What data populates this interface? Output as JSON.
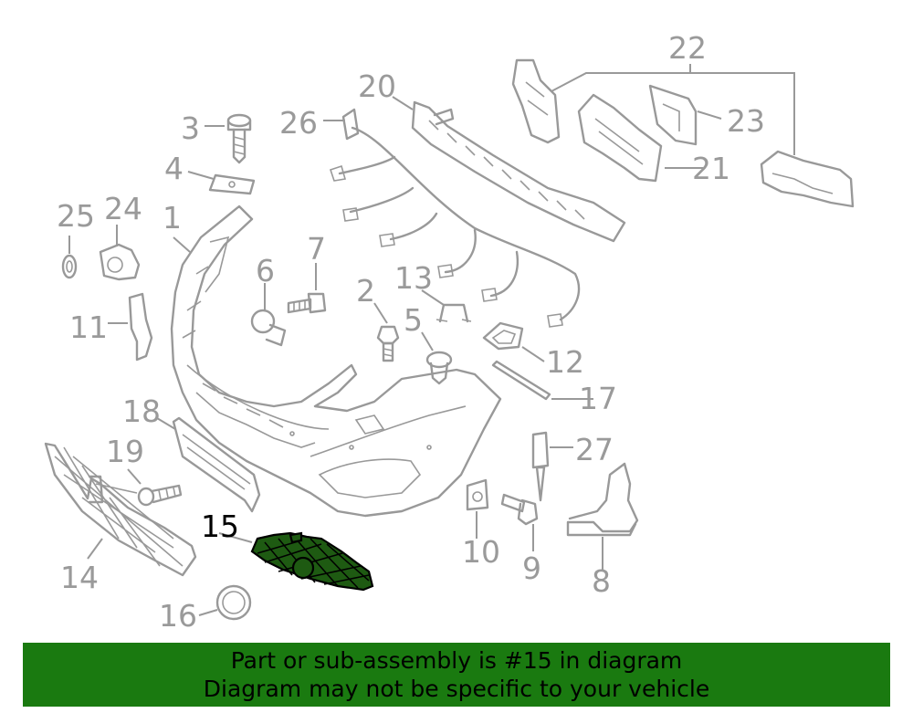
{
  "diagram": {
    "highlighted_part": "15",
    "callouts": [
      {
        "num": "1"
      },
      {
        "num": "2"
      },
      {
        "num": "3"
      },
      {
        "num": "4"
      },
      {
        "num": "5"
      },
      {
        "num": "6"
      },
      {
        "num": "7"
      },
      {
        "num": "8"
      },
      {
        "num": "9"
      },
      {
        "num": "10"
      },
      {
        "num": "11"
      },
      {
        "num": "12"
      },
      {
        "num": "13"
      },
      {
        "num": "14"
      },
      {
        "num": "15"
      },
      {
        "num": "16"
      },
      {
        "num": "17"
      },
      {
        "num": "18"
      },
      {
        "num": "19"
      },
      {
        "num": "20"
      },
      {
        "num": "21"
      },
      {
        "num": "22"
      },
      {
        "num": "23"
      },
      {
        "num": "24"
      },
      {
        "num": "25"
      },
      {
        "num": "26"
      },
      {
        "num": "27"
      }
    ],
    "colors": {
      "line_art": "#999999",
      "highlight_fill": "#1e5a12",
      "banner_bg": "#1a7a10"
    }
  },
  "banner": {
    "line1": "Part or sub-assembly is #15 in diagram",
    "line2": "Diagram may not be specific to your vehicle"
  }
}
